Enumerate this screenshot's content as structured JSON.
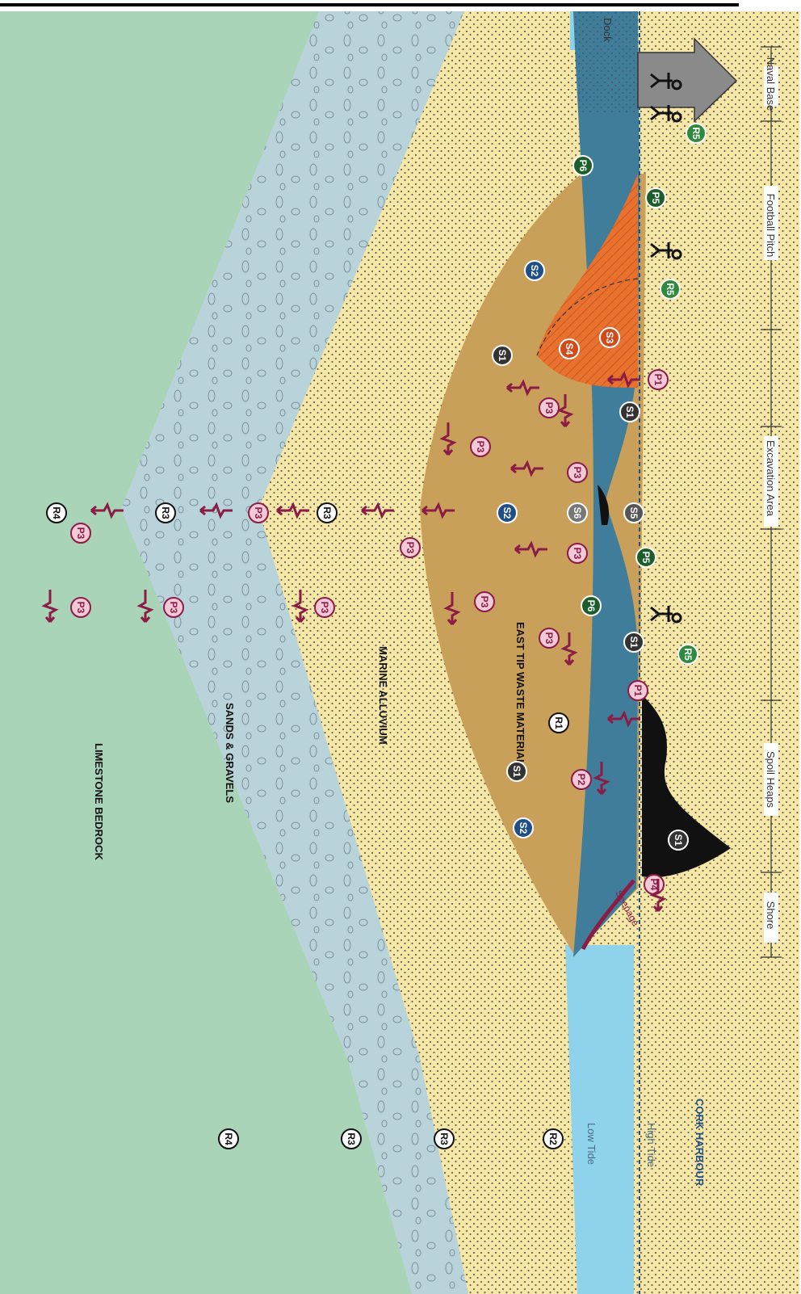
{
  "zones": [
    "Naval Base",
    "Football Pitch",
    "Excavation Area",
    "Spoil Heaps",
    "Shore"
  ],
  "layers": {
    "waste": "EAST TIP WASTE MATERIAL",
    "alluvium": "MARINE ALLUVIUM",
    "gravels": "SANDS & GRAVELS",
    "bedrock": "LIMESTONE BEDROCK"
  },
  "water": {
    "harbour": "CORK HARBOUR",
    "high_tide": "High Tide",
    "low_tide": "Low Tide",
    "dock": "Dock"
  },
  "seepage": "Seepage",
  "markers": {
    "r5": "R5",
    "p5": "P5",
    "p6": "P6",
    "s1": "S1",
    "s2": "S2",
    "s3": "S3",
    "s4": "S4",
    "s5": "S5",
    "s6": "S6",
    "p1": "P1",
    "p2": "P2",
    "p3": "P3",
    "p4": "P4",
    "r1": "R1",
    "r2": "R2",
    "r3": "R3",
    "r4": "R4"
  },
  "colors": {
    "bedrock": "#a9d4b8",
    "gravels": "#b8d4da",
    "alluvium": "#f7e7a6",
    "waste": "#c9a059",
    "groundwater": "#3f7d9a",
    "sea": "#8fd2ec",
    "contamination": "#e8712e",
    "pathway": "#8b1c45",
    "receptor_green": "#2e8b3d",
    "source_blue": "#1f4f86"
  }
}
